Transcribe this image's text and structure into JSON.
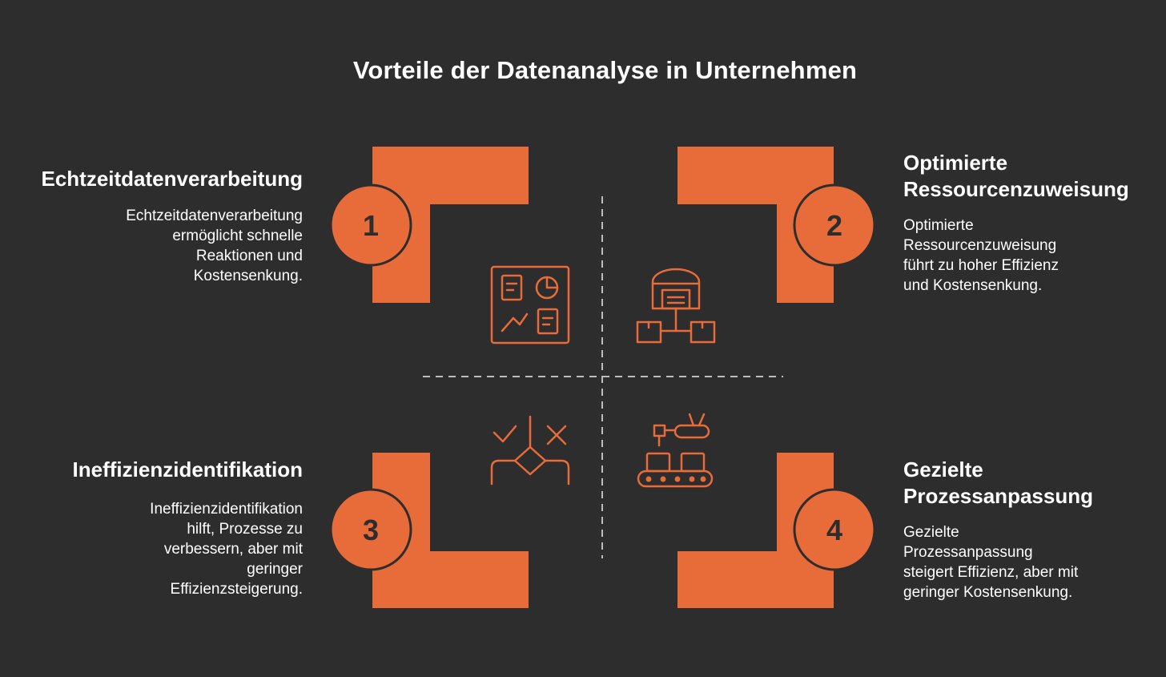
{
  "title": "Vorteile der Datenanalyse in Unternehmen",
  "colors": {
    "background": "#2d2d2d",
    "accent": "#e86c3a",
    "dark": "#2d2d2d",
    "divider": "#bdbdbd",
    "text": "#ffffff"
  },
  "quadrants": [
    {
      "number": "1",
      "heading_lines": [
        "Echtzeitdatenverarbeitung"
      ],
      "description_lines": [
        "Echtzeitdatenverarbeitung",
        "ermöglicht schnelle",
        "Reaktionen und",
        "Kostensenkung."
      ],
      "icon": "dashboard-icon"
    },
    {
      "number": "2",
      "heading_lines": [
        "Optimierte",
        "Ressourcenzuweisung"
      ],
      "description_lines": [
        "Optimierte",
        "Ressourcenzuweisung",
        "führt zu hoher Effizienz",
        "und Kostensenkung."
      ],
      "icon": "warehouse-distribution-icon"
    },
    {
      "number": "3",
      "heading_lines": [
        "Ineffizienzidentifikation"
      ],
      "description_lines": [
        "Ineffizienzidentifikation",
        "hilft, Prozesse zu",
        "verbessern, aber mit",
        "geringer",
        "Effizienzsteigerung."
      ],
      "icon": "decision-check-cross-icon"
    },
    {
      "number": "4",
      "heading_lines": [
        "Gezielte",
        "Prozessanpassung"
      ],
      "description_lines": [
        "Gezielte",
        "Prozessanpassung",
        "steigert Effizienz, aber mit",
        "geringer Kostensenkung."
      ],
      "icon": "conveyor-robot-icon"
    }
  ]
}
